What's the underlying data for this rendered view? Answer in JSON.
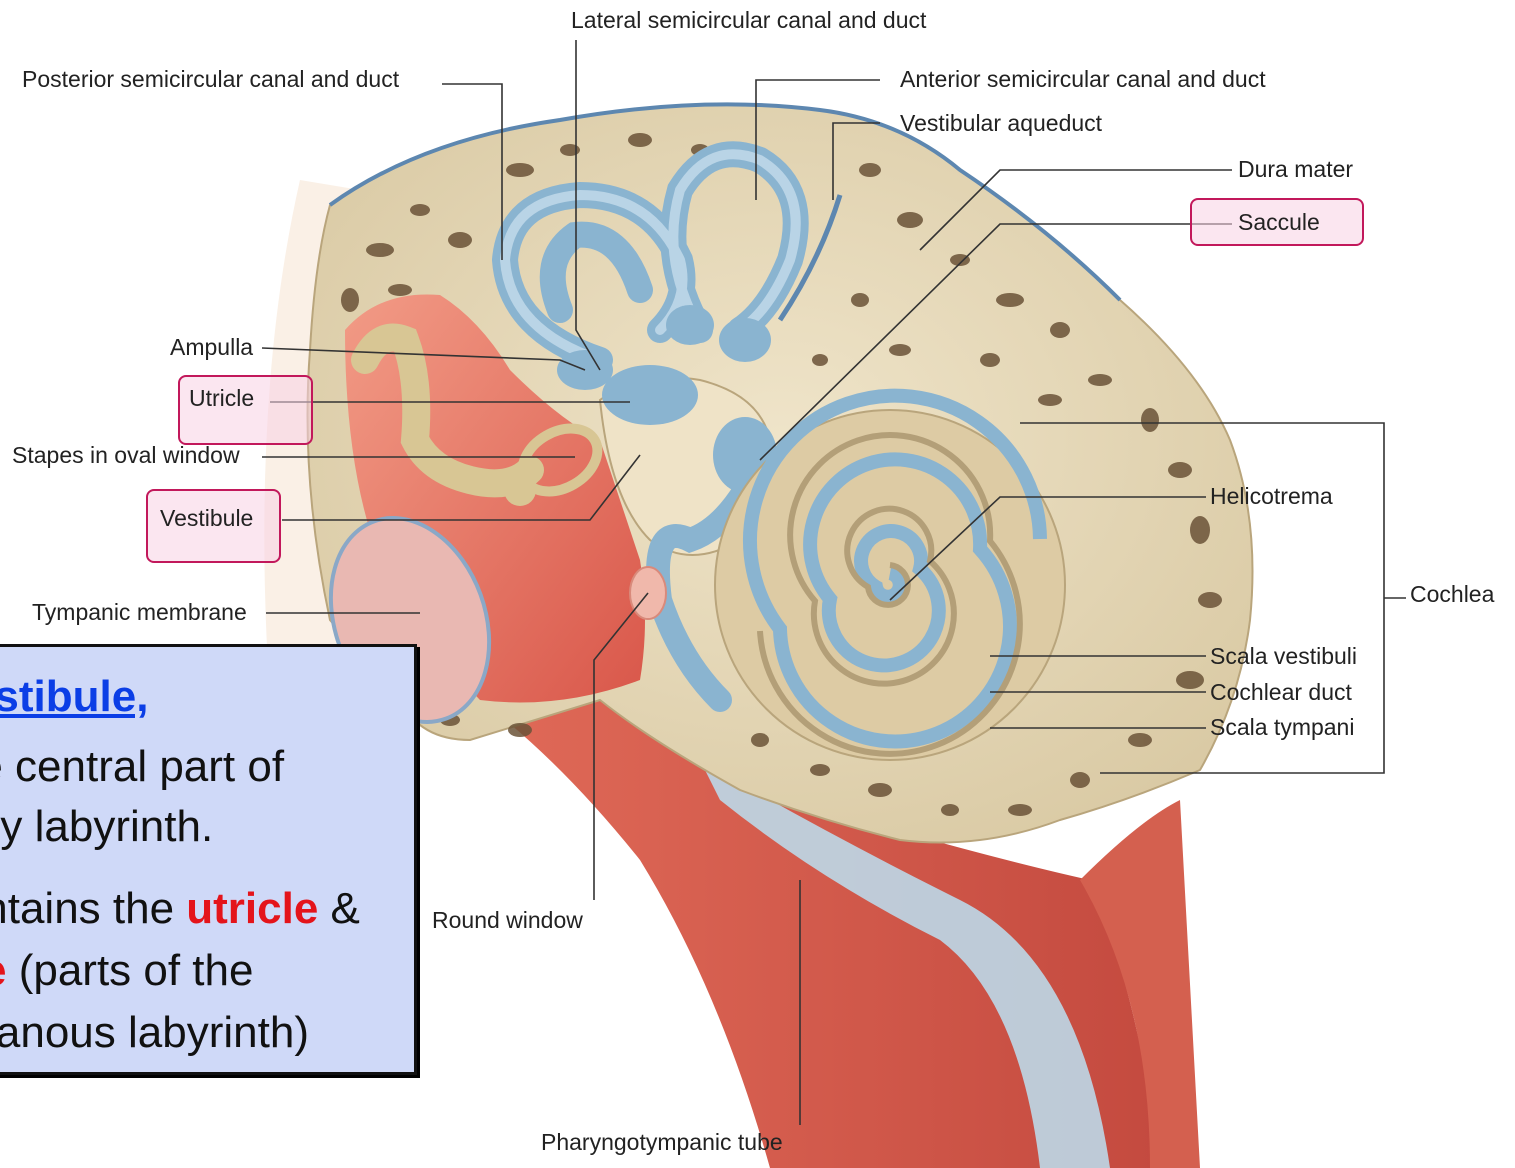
{
  "labels": {
    "lateral_canal": "Lateral semicircular canal and duct",
    "posterior_canal": "Posterior semicircular canal and duct",
    "anterior_canal": "Anterior semicircular canal and duct",
    "vestibular_aqueduct": "Vestibular aqueduct",
    "dura_mater": "Dura mater",
    "saccule": "Saccule",
    "ampulla": "Ampulla",
    "utricle": "Utricle",
    "stapes": "Stapes in oval window",
    "vestibule": "Vestibule",
    "tympanic_membrane": "Tympanic membrane",
    "helicotrema": "Helicotrema",
    "cochlea": "Cochlea",
    "scala_vestibuli": "Scala vestibuli",
    "cochlear_duct": "Cochlear duct",
    "scala_tympani": "Scala tympani",
    "round_window": "Round window",
    "pharyngotympanic_tube": "Pharyngotympanic tube"
  },
  "infobox": {
    "title": "Vestibule,",
    "line1": "The central part of",
    "line2": "bony labyrinth.",
    "line3_pre": "Contains the ",
    "line3_red": "utricle",
    "line3_post": " &",
    "line4_red": "saccule",
    "line4_post": " (parts of the",
    "line5": "membranous labyrinth)"
  },
  "colors": {
    "bone": "#e8dcc0",
    "bone_pore": "#5a4632",
    "membranous_labyrinth": "#8ab4d0",
    "middle_ear_red": "#e9705f",
    "highlight_border": "#c2185b",
    "infobox_bg": "#cfd9f8",
    "title_blue": "#0b3ee6",
    "emphasis_red": "#e4141b"
  }
}
